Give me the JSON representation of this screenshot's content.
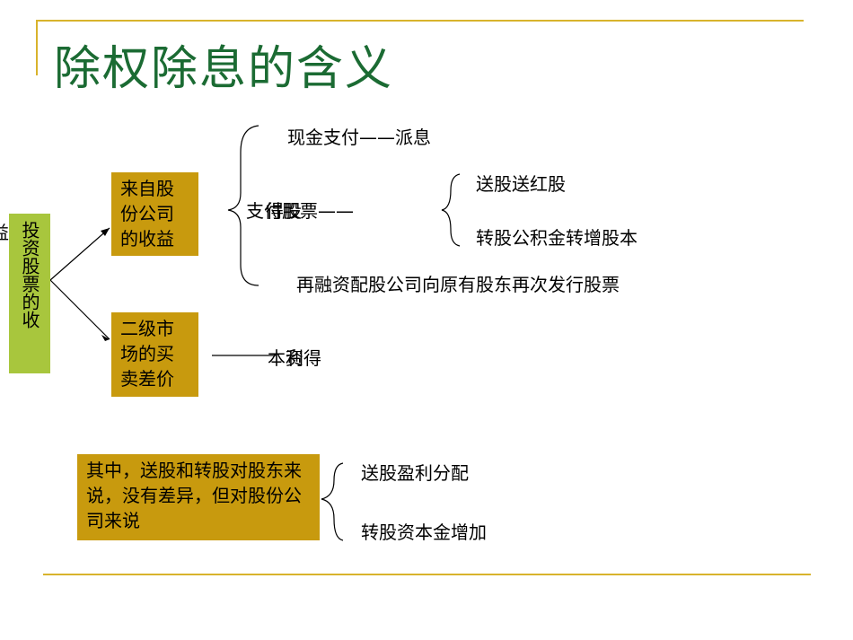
{
  "title": "除权除息的含义",
  "left_label_cut": "益",
  "left_label": "投资股票的收",
  "box_company": "来自股份公司的收益",
  "box_market": "二级市场的买卖差价",
  "branch_cash": "现金支付——派息",
  "branch_stock": "支付股票——",
  "branch_stock_overlap": "得股",
  "sub_bonus": "送股送红股",
  "sub_transfer": "转股公积金转增股本",
  "branch_rights": "再融资配股公司向原有股东再次发行股票",
  "capital_gain": "本利得",
  "capital_gain_overlap": "资",
  "note_box": "其中，送股和转股对股东来说，没有差异，但对股份公司来说",
  "note_bonus": "送股盈利分配",
  "note_transfer": "转股资本金增加"
}
